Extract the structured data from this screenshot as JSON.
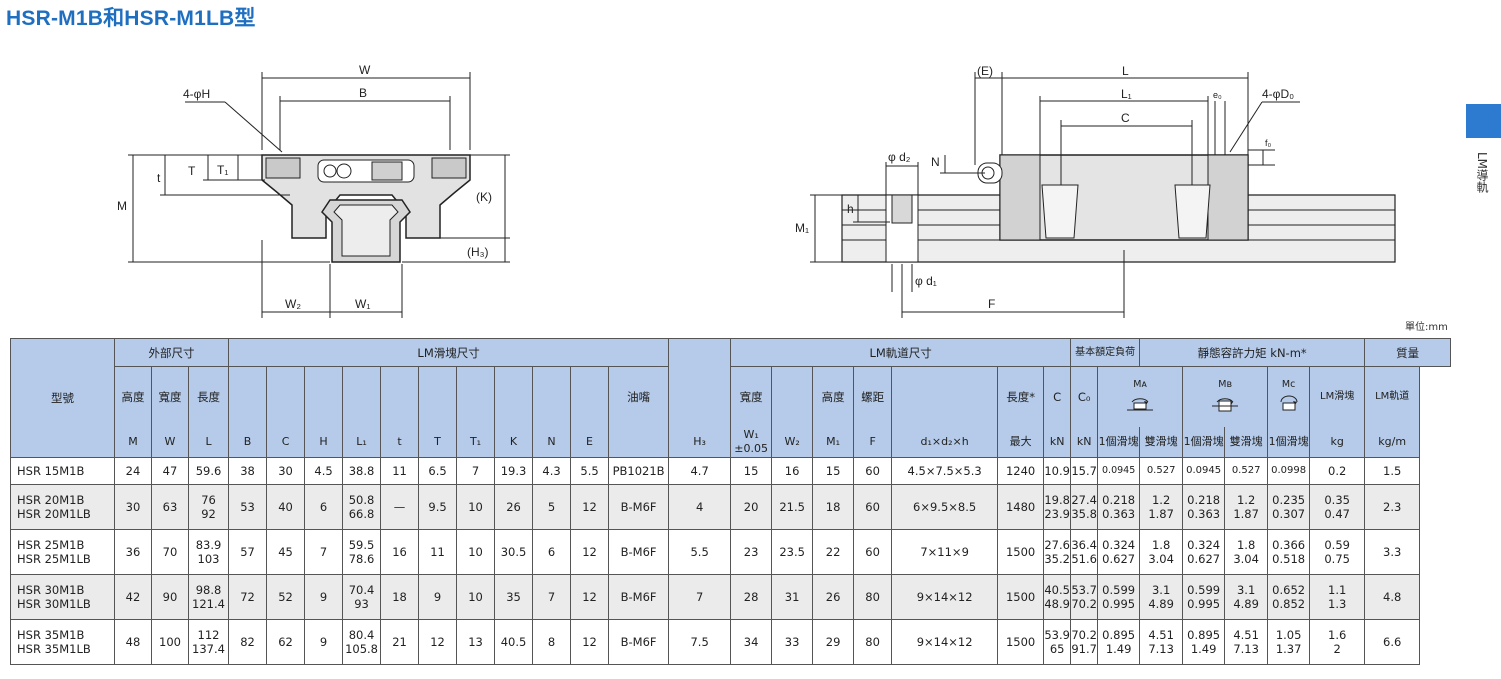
{
  "title": "HSR-M1B和HSR-M1LB型",
  "side_label": "LM導軌",
  "unit_note": "單位:mm",
  "colors": {
    "accent": "#1f6fc1",
    "header_bg": "#b5cbe9",
    "stripe": "#ebebeb",
    "side_tab": "#2d7bd1"
  },
  "front_view_labels": {
    "W": "W",
    "B": "B",
    "hole": "4-φH",
    "T": "T",
    "T1": "T₁",
    "t": "t",
    "M": "M",
    "K": "(K)",
    "H3": "(H₃)",
    "W2": "W₂",
    "W1": "W₁"
  },
  "side_view_labels": {
    "E": "(E)",
    "L": "L",
    "L1": "L₁",
    "e0": "e₀",
    "hole": "4-φD₀",
    "C": "C",
    "f0": "f₀",
    "d2": "φ d₂",
    "N": "N",
    "h": "h",
    "M1": "M₁",
    "d1": "φ d₁",
    "F": "F"
  },
  "table": {
    "group_headers": {
      "model": "型號",
      "outer": "外部尺寸",
      "block": "LM滑塊尺寸",
      "rail": "LM軌道尺寸",
      "load": "基本額定負荷",
      "moment": "靜態容許力矩 kN-m*",
      "mass": "質量"
    },
    "sub_headers": {
      "height": "高度",
      "width": "寬度",
      "length": "長度",
      "grease": "油嘴",
      "rail_width": "寬度",
      "rail_height": "高度",
      "pitch": "螺距",
      "rail_length": "長度*",
      "C": "C",
      "C0": "C₀",
      "MA": "Mᴀ",
      "MB": "Mʙ",
      "MC": "Mᴄ",
      "one_block": "1個滑塊",
      "double_block": "雙滑塊",
      "lm_block": "LM滑塊",
      "lm_rail": "LM軌道"
    },
    "symbols": {
      "M": "M",
      "W": "W",
      "L": "L",
      "B": "B",
      "C": "C",
      "H": "H",
      "L1": "L₁",
      "t": "t",
      "T": "T",
      "T1": "T₁",
      "K": "K",
      "N": "N",
      "E": "E",
      "H3": "H₃",
      "W1": "W₁",
      "W1_tol": "±0.05",
      "W2": "W₂",
      "M1": "M₁",
      "F": "F",
      "dxh": "d₁×d₂×h",
      "max": "最大",
      "kN1": "kN",
      "kN2": "kN",
      "kg": "kg",
      "kgm": "kg/m"
    },
    "rows": [
      {
        "model": [
          "HSR 15M1B"
        ],
        "M": "24",
        "W": "47",
        "L": [
          "59.6"
        ],
        "B": "38",
        "C": "30",
        "H": "4.5",
        "L1": [
          "38.8"
        ],
        "t": "11",
        "T": "6.5",
        "T1": "7",
        "K": "19.3",
        "N": "4.3",
        "E": "5.5",
        "grease": "PB1021B",
        "H3": "4.7",
        "W1": "15",
        "W2": "16",
        "M1": "15",
        "F": "60",
        "dxh": "4.5×7.5×5.3",
        "rail_len": "1240",
        "Cr": [
          "10.9"
        ],
        "C0": [
          "15.7"
        ],
        "MA1": [
          "0.0945"
        ],
        "MA2": [
          "0.527"
        ],
        "MB1": [
          "0.0945"
        ],
        "MB2": [
          "0.527"
        ],
        "MC1": [
          "0.0998"
        ],
        "mass_block": [
          "0.2"
        ],
        "mass_rail": "1.5"
      },
      {
        "model": [
          "HSR 20M1B",
          "HSR 20M1LB"
        ],
        "M": "30",
        "W": "63",
        "L": [
          "76",
          "92"
        ],
        "B": "53",
        "C": "40",
        "H": "6",
        "L1": [
          "50.8",
          "66.8"
        ],
        "t": "—",
        "T": "9.5",
        "T1": "10",
        "K": "26",
        "N": "5",
        "E": "12",
        "grease": "B-M6F",
        "H3": "4",
        "W1": "20",
        "W2": "21.5",
        "M1": "18",
        "F": "60",
        "dxh": "6×9.5×8.5",
        "rail_len": "1480",
        "Cr": [
          "19.8",
          "23.9"
        ],
        "C0": [
          "27.4",
          "35.8"
        ],
        "MA1": [
          "0.218",
          "0.363"
        ],
        "MA2": [
          "1.2",
          "1.87"
        ],
        "MB1": [
          "0.218",
          "0.363"
        ],
        "MB2": [
          "1.2",
          "1.87"
        ],
        "MC1": [
          "0.235",
          "0.307"
        ],
        "mass_block": [
          "0.35",
          "0.47"
        ],
        "mass_rail": "2.3"
      },
      {
        "model": [
          "HSR 25M1B",
          "HSR 25M1LB"
        ],
        "M": "36",
        "W": "70",
        "L": [
          "83.9",
          "103"
        ],
        "B": "57",
        "C": "45",
        "H": "7",
        "L1": [
          "59.5",
          "78.6"
        ],
        "t": "16",
        "T": "11",
        "T1": "10",
        "K": "30.5",
        "N": "6",
        "E": "12",
        "grease": "B-M6F",
        "H3": "5.5",
        "W1": "23",
        "W2": "23.5",
        "M1": "22",
        "F": "60",
        "dxh": "7×11×9",
        "rail_len": "1500",
        "Cr": [
          "27.6",
          "35.2"
        ],
        "C0": [
          "36.4",
          "51.6"
        ],
        "MA1": [
          "0.324",
          "0.627"
        ],
        "MA2": [
          "1.8",
          "3.04"
        ],
        "MB1": [
          "0.324",
          "0.627"
        ],
        "MB2": [
          "1.8",
          "3.04"
        ],
        "MC1": [
          "0.366",
          "0.518"
        ],
        "mass_block": [
          "0.59",
          "0.75"
        ],
        "mass_rail": "3.3"
      },
      {
        "model": [
          "HSR 30M1B",
          "HSR 30M1LB"
        ],
        "M": "42",
        "W": "90",
        "L": [
          "98.8",
          "121.4"
        ],
        "B": "72",
        "C": "52",
        "H": "9",
        "L1": [
          "70.4",
          "93"
        ],
        "t": "18",
        "T": "9",
        "T1": "10",
        "K": "35",
        "N": "7",
        "E": "12",
        "grease": "B-M6F",
        "H3": "7",
        "W1": "28",
        "W2": "31",
        "M1": "26",
        "F": "80",
        "dxh": "9×14×12",
        "rail_len": "1500",
        "Cr": [
          "40.5",
          "48.9"
        ],
        "C0": [
          "53.7",
          "70.2"
        ],
        "MA1": [
          "0.599",
          "0.995"
        ],
        "MA2": [
          "3.1",
          "4.89"
        ],
        "MB1": [
          "0.599",
          "0.995"
        ],
        "MB2": [
          "3.1",
          "4.89"
        ],
        "MC1": [
          "0.652",
          "0.852"
        ],
        "mass_block": [
          "1.1",
          "1.3"
        ],
        "mass_rail": "4.8"
      },
      {
        "model": [
          "HSR 35M1B",
          "HSR 35M1LB"
        ],
        "M": "48",
        "W": "100",
        "L": [
          "112",
          "137.4"
        ],
        "B": "82",
        "C": "62",
        "H": "9",
        "L1": [
          "80.4",
          "105.8"
        ],
        "t": "21",
        "T": "12",
        "T1": "13",
        "K": "40.5",
        "N": "8",
        "E": "12",
        "grease": "B-M6F",
        "H3": "7.5",
        "W1": "34",
        "W2": "33",
        "M1": "29",
        "F": "80",
        "dxh": "9×14×12",
        "rail_len": "1500",
        "Cr": [
          "53.9",
          "65"
        ],
        "C0": [
          "70.2",
          "91.7"
        ],
        "MA1": [
          "0.895",
          "1.49"
        ],
        "MA2": [
          "4.51",
          "7.13"
        ],
        "MB1": [
          "0.895",
          "1.49"
        ],
        "MB2": [
          "4.51",
          "7.13"
        ],
        "MC1": [
          "1.05",
          "1.37"
        ],
        "mass_block": [
          "1.6",
          "2"
        ],
        "mass_rail": "6.6"
      }
    ]
  }
}
